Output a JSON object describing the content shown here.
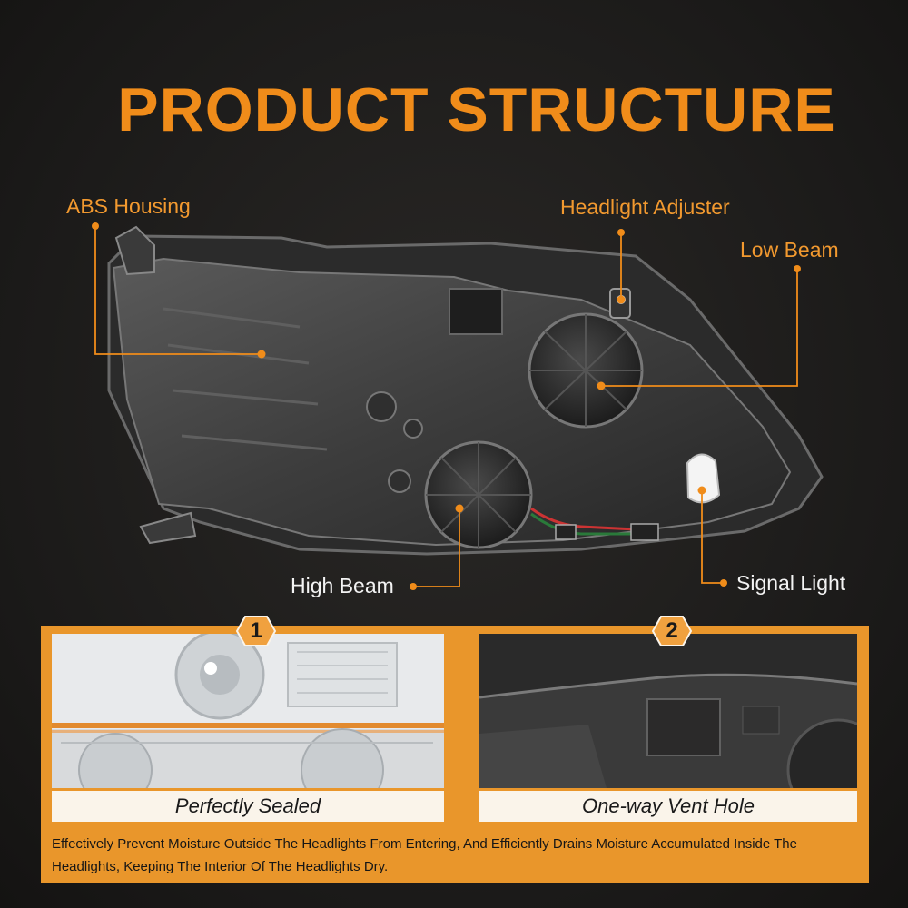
{
  "title": "PRODUCT STRUCTURE",
  "labels": {
    "abs_housing": "ABS Housing",
    "headlight_adjuster": "Headlight Adjuster",
    "low_beam": "Low Beam",
    "high_beam": "High Beam",
    "signal_light": "Signal Light"
  },
  "features": [
    {
      "number": "1",
      "caption": "Perfectly Sealed"
    },
    {
      "number": "2",
      "caption": "One-way Vent Hole"
    }
  ],
  "description": "Effectively Prevent Moisture Outside The Headlights From Entering, And Efficiently Drains Moisture Accumulated Inside The Headlights, Keeping The Interior Of The Headlights Dry.",
  "colors": {
    "accent": "#f08c1a",
    "panel": "#e9962b",
    "background": "#1e1c1b",
    "label_text": "#f3f3f3"
  }
}
